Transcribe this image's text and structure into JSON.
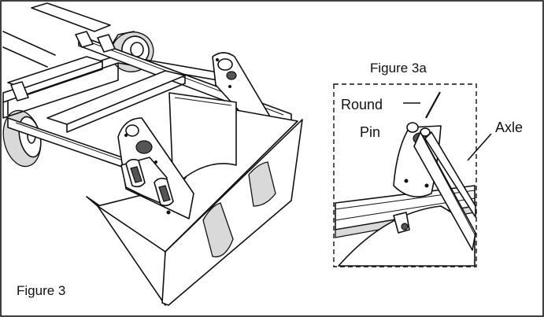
{
  "figures": {
    "main_label": "Figure 3",
    "inset_label": "Figure 3a"
  },
  "callouts": {
    "round_pin_line1": "Round",
    "round_pin_line2": "Pin",
    "axle": "Axle"
  },
  "colors": {
    "line": "#111111",
    "background": "#ffffff",
    "shade": "#d9d9d9"
  }
}
